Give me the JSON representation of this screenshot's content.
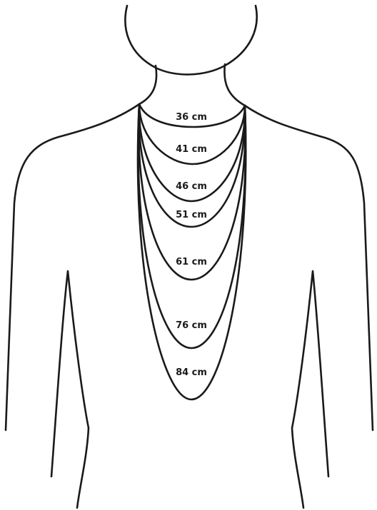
{
  "colors": {
    "line": "#1a1a1a",
    "background": "#ffffff"
  },
  "necklace_lengths": [
    {
      "label": "36 cm"
    },
    {
      "label": "41 cm"
    },
    {
      "label": "46 cm"
    },
    {
      "label": "51 cm"
    },
    {
      "label": "61 cm"
    },
    {
      "label": "76 cm"
    },
    {
      "label": "84 cm"
    }
  ]
}
